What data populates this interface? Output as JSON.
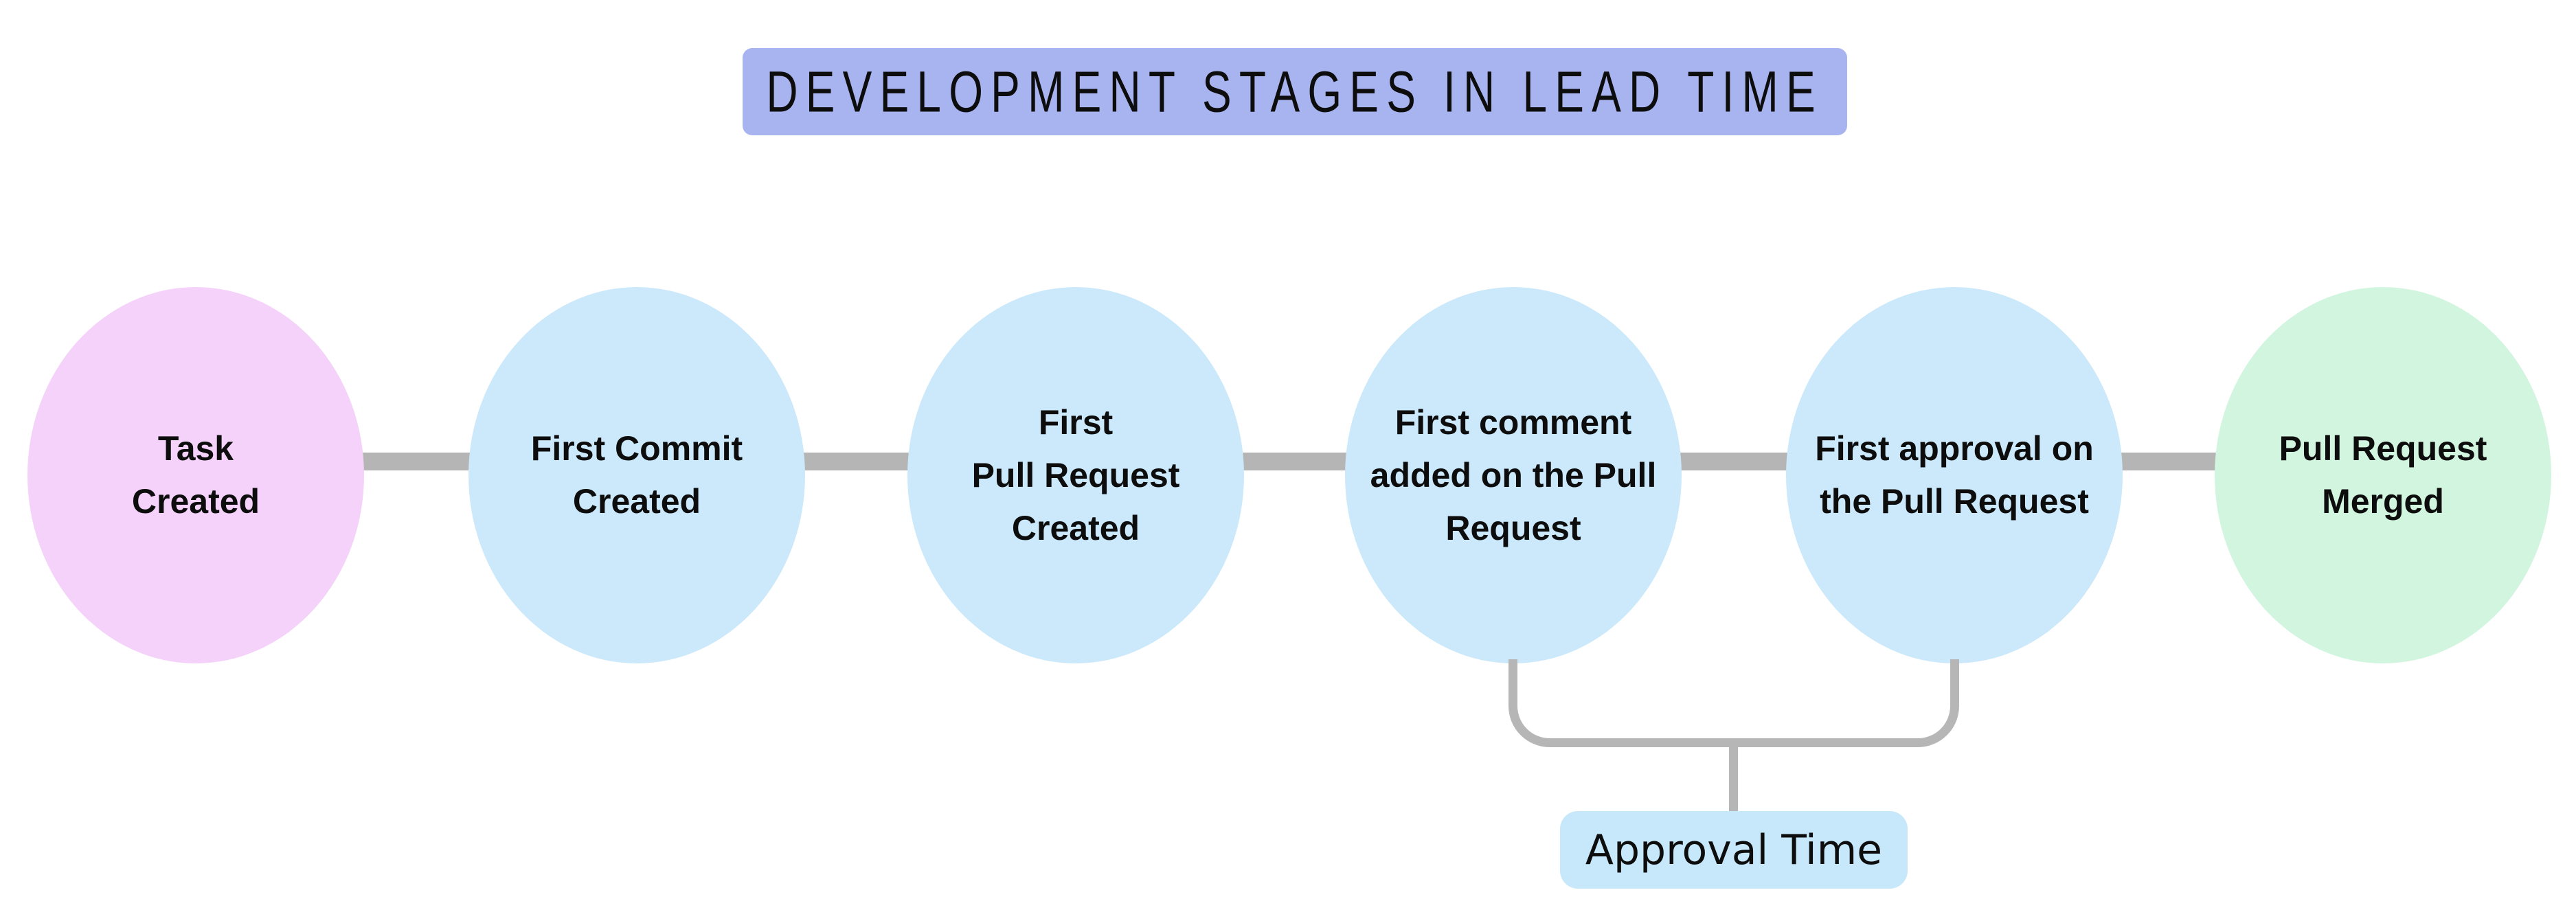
{
  "title": {
    "text": "DEVELOPMENT STAGES IN LEAD TIME",
    "bg": "#a8b4f0"
  },
  "nodes": [
    {
      "id": "task-created",
      "label": "Task\nCreated",
      "color": "#f5d2fa"
    },
    {
      "id": "first-commit-created",
      "label": "First Commit\nCreated",
      "color": "#cbe9fb"
    },
    {
      "id": "first-pull-request-created",
      "label": "First\nPull Request\nCreated",
      "color": "#cbe9fb"
    },
    {
      "id": "first-comment-added",
      "label": "First comment\nadded on the Pull\nRequest",
      "color": "#cbe9fb"
    },
    {
      "id": "first-approval",
      "label": "First approval on\nthe Pull Request",
      "color": "#cbe9fb"
    },
    {
      "id": "pull-request-merged",
      "label": "Pull Request\nMerged",
      "color": "#d2f5e0"
    }
  ],
  "annotation": {
    "label": "Approval Time",
    "bg": "#c7e7fa",
    "spans_nodes": [
      "first-comment-added",
      "first-approval"
    ]
  },
  "colors": {
    "connector": "#b5b5b5",
    "bracket": "#b6b6b6",
    "background": "#ffffff",
    "text": "#0d0d0d"
  }
}
